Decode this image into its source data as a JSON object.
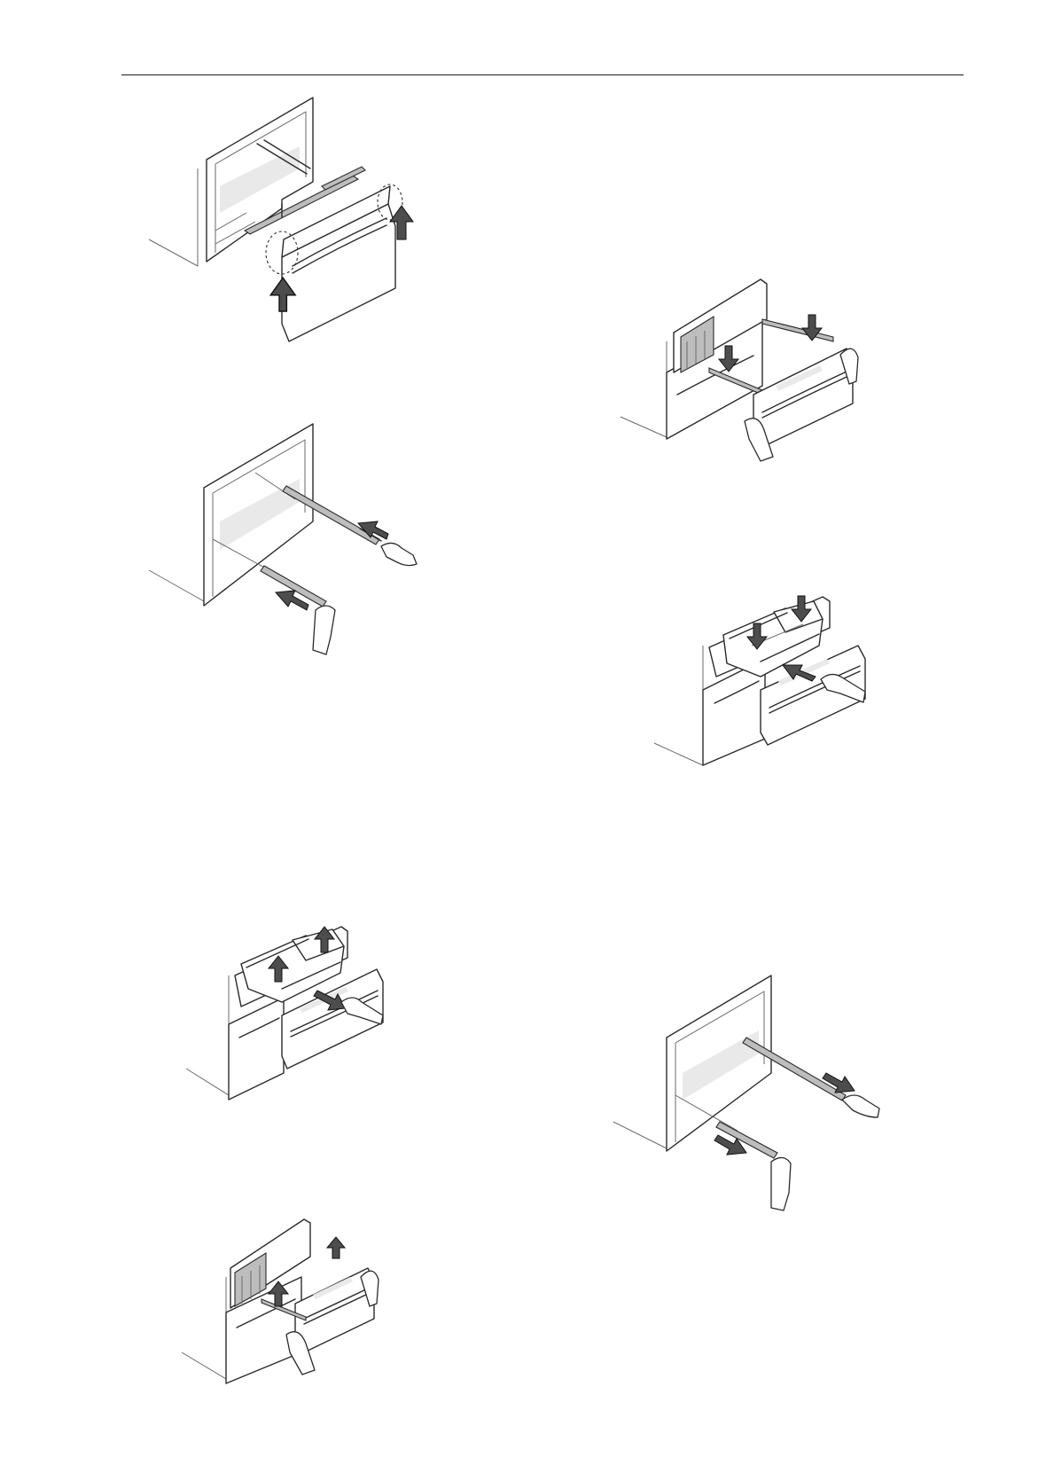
{
  "page": {
    "figures": [
      {
        "id": 1,
        "icon": "drawer-lift-front-icon"
      },
      {
        "id": 2,
        "icon": "rails-push-in-icon"
      },
      {
        "id": 3,
        "icon": "drawer-place-down-icon"
      },
      {
        "id": 4,
        "icon": "bins-insert-icon"
      },
      {
        "id": 5,
        "icon": "bins-lift-out-icon"
      },
      {
        "id": 6,
        "icon": "rails-pull-out-icon"
      },
      {
        "id": 7,
        "icon": "drawer-lift-up-icon"
      }
    ]
  }
}
